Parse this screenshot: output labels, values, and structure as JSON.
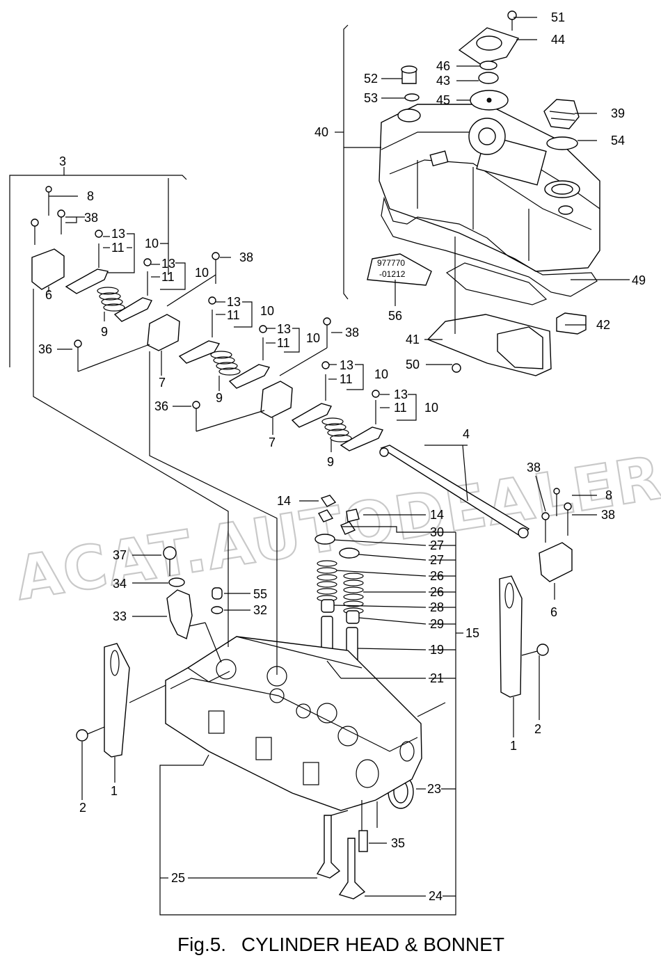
{
  "figure": {
    "number": "Fig.5.",
    "title": "CYLINDER HEAD & BONNET"
  },
  "watermark": "ACAT.AUTODEALER.RU",
  "sealant_tube": {
    "line1": "977770",
    "line2": "-01212"
  },
  "callouts": {
    "c1a": "1",
    "c1b": "1",
    "c2a": "2",
    "c2b": "2",
    "c3": "3",
    "c4": "4",
    "c6a": "6",
    "c6b": "6",
    "c7a": "7",
    "c7b": "7",
    "c8a": "8",
    "c8b": "8",
    "c9a": "9",
    "c9b": "9",
    "c9c": "9",
    "c10a": "10",
    "c10b": "10",
    "c10c": "10",
    "c10d": "10",
    "c10e": "10",
    "c10f": "10",
    "c11a": "11",
    "c11b": "11",
    "c11c": "11",
    "c11d": "11",
    "c11e": "11",
    "c11f": "11",
    "c13a": "13",
    "c13b": "13",
    "c13c": "13",
    "c13d": "13",
    "c13e": "13",
    "c13f": "13",
    "c14a": "14",
    "c14b": "14",
    "c15": "15",
    "c19": "19",
    "c21": "21",
    "c23": "23",
    "c24": "24",
    "c25": "25",
    "c26a": "26",
    "c26b": "26",
    "c27a": "27",
    "c27b": "27",
    "c28": "28",
    "c29": "29",
    "c30": "30",
    "c32": "32",
    "c33": "33",
    "c34": "34",
    "c35": "35",
    "c36a": "36",
    "c36b": "36",
    "c37": "37",
    "c38a": "38",
    "c38b": "38",
    "c38c": "38",
    "c38d": "38",
    "c38e": "38",
    "c39": "39",
    "c40": "40",
    "c41": "41",
    "c42": "42",
    "c43": "43",
    "c44": "44",
    "c45": "45",
    "c46": "46",
    "c49": "49",
    "c50": "50",
    "c51": "51",
    "c52": "52",
    "c53": "53",
    "c54": "54",
    "c55": "55",
    "c56": "56"
  }
}
